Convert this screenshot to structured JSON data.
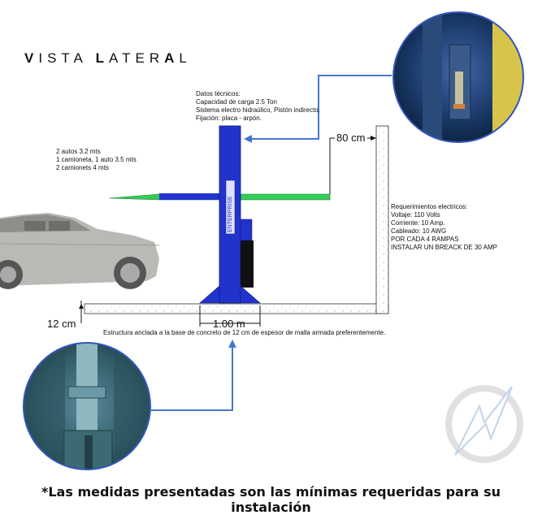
{
  "title": {
    "prefix_v": "V",
    "part1": "ISTA ",
    "l": "L",
    "part2": "ATER",
    "a": "A",
    "l2": "L"
  },
  "tech_data": {
    "heading": "Datos técnicos:",
    "line1": "Capacidad de carga 2.5 Ton",
    "line2": "Sistema electro hidraúlico, Pistón indirecto.",
    "line3": "Fijación: placa - arpón."
  },
  "vehicles": {
    "line1": "2 autos 3.2 mts",
    "line2": "1 camioneta, 1 auto 3.5 mts",
    "line3": "2 camionets 4 mts"
  },
  "electrical": {
    "heading": "Requerimientos electricos:",
    "line1": "Voltaje: 110 Volts",
    "line2": "Corriente: 10 Amp.",
    "line3": "Cableado: 10 AWG",
    "line4": "POR CADA 4 RAMPAS",
    "line5": "INSTALAR UN BREACK DE 30 AMP"
  },
  "dimensions": {
    "clearance": "80 cm",
    "slab": "12 cm",
    "base": "1.00 m"
  },
  "column_brand": "ENTERPRISE",
  "base_note": "Estructura anclada a la base de concreto de 12 cm de espesor de malla armada preferentemente.",
  "footer": "*Las medidas presentadas son las mínimas requeridas para su instalación",
  "colors": {
    "column": "#2233cc",
    "platform": "#33cc55",
    "arrow": "#4477cc",
    "circle_border": "#3355bb"
  }
}
